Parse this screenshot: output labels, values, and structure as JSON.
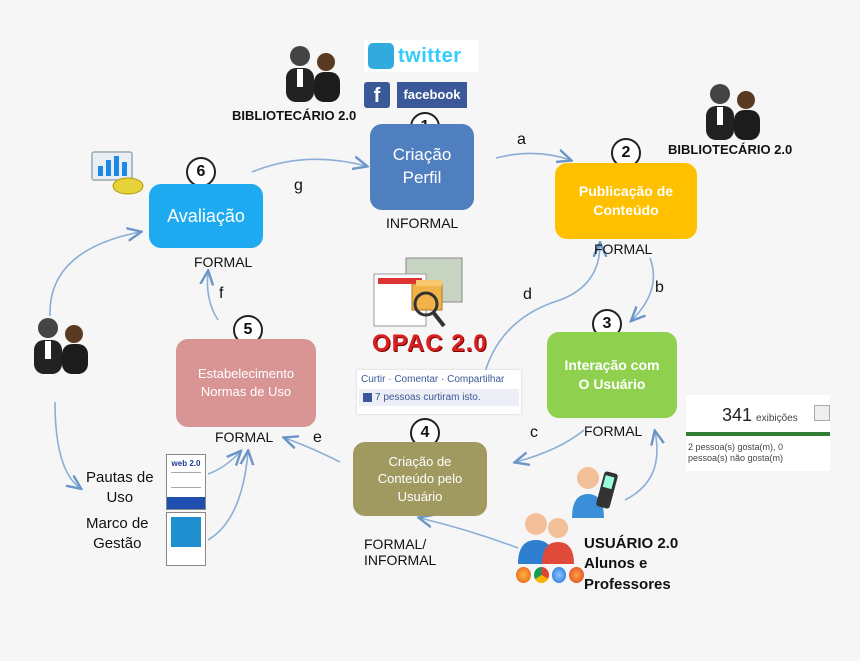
{
  "nodes": {
    "n1": {
      "num": "1",
      "label": "Criação\nPerfil",
      "tag": "INFORMAL",
      "color": "#4f7fbf"
    },
    "n2": {
      "num": "2",
      "label": "Publicação de\nConteúdo",
      "tag": "FORMAL",
      "color": "#ffc000"
    },
    "n3": {
      "num": "3",
      "label": "Interação com\nO Usuário",
      "tag": "FORMAL",
      "color": "#8fd14f"
    },
    "n4": {
      "num": "4",
      "label": "Criação de\nConteúdo pelo\nUsuário",
      "tag": "FORMAL/\nINFORMAL",
      "color": "#a09a60"
    },
    "n5": {
      "num": "5",
      "label": "Estabelecimento\nNormas de Uso",
      "tag": "FORMAL",
      "color": "#d99594"
    },
    "n6": {
      "num": "6",
      "label": "Avaliação",
      "tag": "FORMAL",
      "color": "#1eaaf0"
    }
  },
  "edges": {
    "a": "a",
    "b": "b",
    "c": "c",
    "d": "d",
    "e": "e",
    "f": "f",
    "g": "g"
  },
  "actors": {
    "librarian_top": "BIBLIOTECÁRIO 2.0",
    "librarian_right": "BIBLIOTECÁRIO 2.0",
    "user": "USUÁRIO 2.0\nAlunos e\nProfessores"
  },
  "social": {
    "twitter": "twitter",
    "facebook": "facebook"
  },
  "opac": {
    "title": "OPAC 2.0"
  },
  "fb_widget": {
    "actions": "Curtir · Comentar · Compartilhar",
    "likes": "7 pessoas curtiram isto."
  },
  "stats_widget": {
    "count": "341",
    "unit": "exibições",
    "text": "2 pessoa(s) gosta(m), 0\npessoa(s) não gosta(m)"
  },
  "documents": {
    "doc1_label": "Pautas de\nUso",
    "doc2_label": "Marco de\nGestão",
    "doc1_title": "web 2.0"
  }
}
